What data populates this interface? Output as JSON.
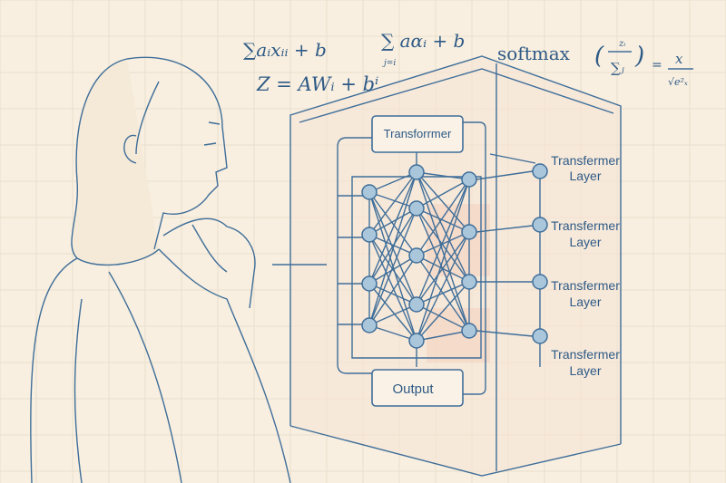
{
  "equations": {
    "sum_ax": "∑aᵢxᵢᵢ + b",
    "z_eq": "Z = AWᵢ + bⁱ",
    "sum_j": "∑ aαᵢ + b",
    "sum_j_sub": "j=i",
    "softmax": "softmax",
    "softmax_num": "zᵢ",
    "softmax_den": "∑ⱼ",
    "softmax_rhs_num": "x",
    "softmax_rhs_den": "√e²ₓ"
  },
  "diagram": {
    "top_box": "Transforrmer",
    "bottom_box": "Output",
    "layers": [
      {
        "line1": "Transfermer",
        "line2": "Layer"
      },
      {
        "line1": "Transfermer",
        "line2": "Layer"
      },
      {
        "line1": "Transfermer",
        "line2": "Layer"
      },
      {
        "line1": "Transfermer",
        "line2": "Layer"
      }
    ]
  },
  "colors": {
    "paper": "#f8efe0",
    "ink": "#2e5a86",
    "node": "#a9c6db",
    "accent": "#f3d2c0"
  }
}
